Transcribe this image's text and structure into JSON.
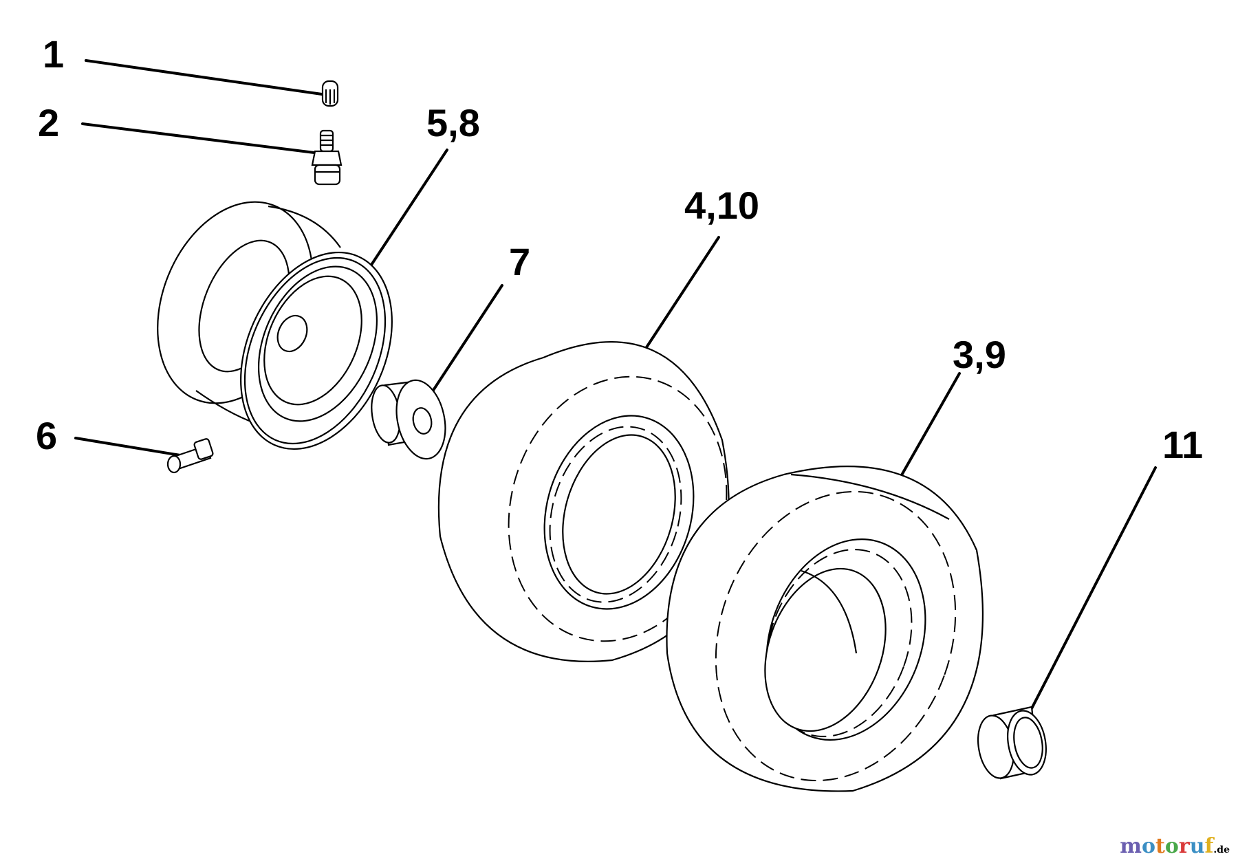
{
  "callouts": [
    {
      "id": "1",
      "label": "1"
    },
    {
      "id": "2",
      "label": "2"
    },
    {
      "id": "5_8",
      "label": "5,8"
    },
    {
      "id": "4_10",
      "label": "4,10"
    },
    {
      "id": "7",
      "label": "7"
    },
    {
      "id": "3_9",
      "label": "3,9"
    },
    {
      "id": "6",
      "label": "6"
    },
    {
      "id": "11",
      "label": "11"
    }
  ],
  "parts": [
    {
      "callout": "1",
      "name": "valve-cap"
    },
    {
      "callout": "2",
      "name": "valve-stem"
    },
    {
      "callout": "5,8",
      "name": "wheel-rim"
    },
    {
      "callout": "6",
      "name": "grease-fitting"
    },
    {
      "callout": "7",
      "name": "flanged-bushing"
    },
    {
      "callout": "4,10",
      "name": "tire"
    },
    {
      "callout": "3,9",
      "name": "tire"
    },
    {
      "callout": "11",
      "name": "hub-cap"
    }
  ],
  "watermark": {
    "text": "motoruf",
    "suffix": ".de",
    "colors": [
      "#6b5fb0",
      "#3b8fc4",
      "#e07a1f",
      "#4aa84a",
      "#d93a3a",
      "#3b8fc4",
      "#e0b01f"
    ]
  }
}
